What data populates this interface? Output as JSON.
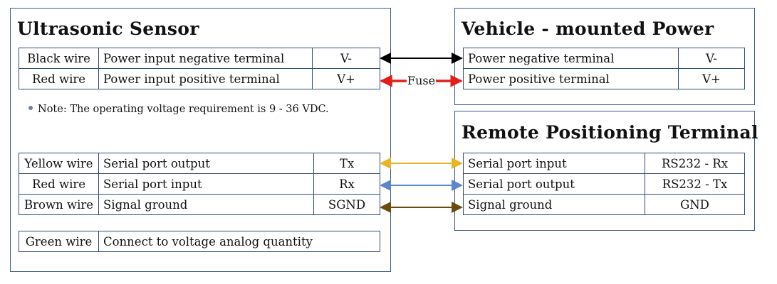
{
  "sensor": {
    "title": "Ultrasonic Sensor",
    "power_rows": [
      {
        "wire": "Black wire",
        "desc": "Power input negative terminal",
        "code": "V-"
      },
      {
        "wire": "Red wire",
        "desc": "Power input positive terminal",
        "code": "V+"
      }
    ],
    "note": "Note: The operating voltage requirement is 9 - 36 VDC.",
    "serial_rows": [
      {
        "wire": "Yellow wire",
        "desc": "Serial port output",
        "code": "Tx"
      },
      {
        "wire": "Red wire",
        "desc": "Serial port input",
        "code": "Rx"
      },
      {
        "wire": "Brown wire",
        "desc": "Signal ground",
        "code": "SGND"
      }
    ],
    "analog_row": {
      "wire": "Green wire",
      "desc": "Connect to voltage analog quantity"
    }
  },
  "vehicle": {
    "title": "Vehicle - mounted Power",
    "rows": [
      {
        "desc": "Power negative terminal",
        "code": "V-"
      },
      {
        "desc": "Power positive terminal",
        "code": "V+"
      }
    ]
  },
  "terminal": {
    "title": "Remote Positioning Terminal",
    "rows": [
      {
        "desc": "Serial port input",
        "code": "RS232 - Rx"
      },
      {
        "desc": "Serial port output",
        "code": "RS232 - Tx"
      },
      {
        "desc": "Signal ground",
        "code": "GND"
      }
    ]
  },
  "connections": {
    "fuse_label": "Fuse",
    "colors": {
      "negative": "#000000",
      "positive": "#e0201a",
      "tx": "#e8b52a",
      "rx": "#5b86c9",
      "ground": "#6b4a12"
    }
  }
}
